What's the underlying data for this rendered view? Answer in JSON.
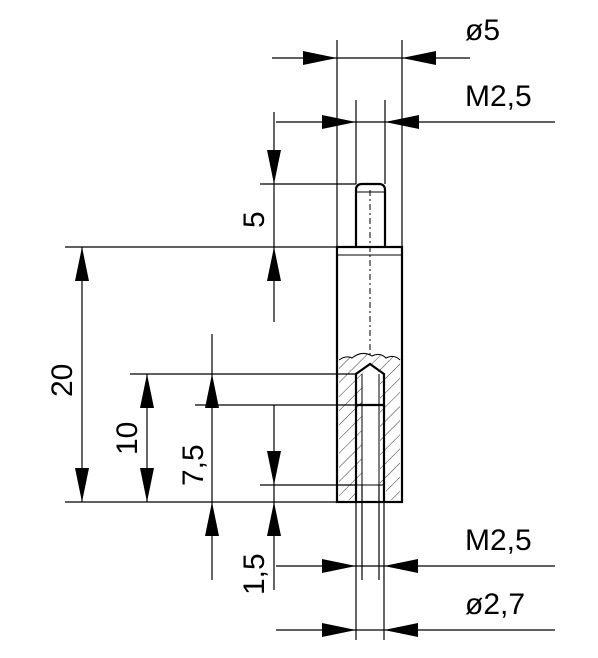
{
  "dimensions": {
    "outer_diameter": "ø5",
    "top_thread": "M2,5",
    "top_pin_length": "5",
    "total_length": "20",
    "bore_depth": "10",
    "thread_depth": "7,5",
    "bottom_thread": "M2,5",
    "bottom_offset": "1,5",
    "bottom_diameter": "ø2,7"
  }
}
